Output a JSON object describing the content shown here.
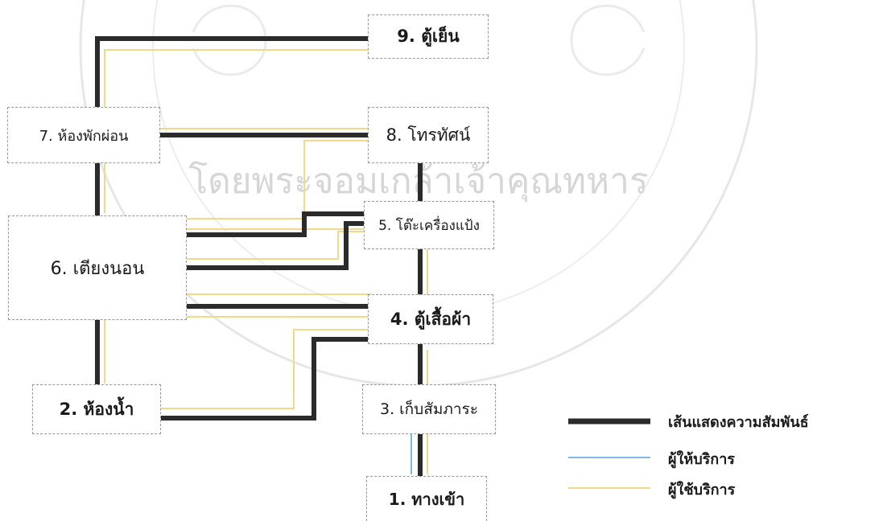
{
  "nodes": {
    "n9": "9. ตู้เย็น",
    "n8": "8. โทรทัศน์",
    "n7": "7. ห้องพักผ่อน",
    "n5": "5. โต๊ะเครื่องแป้ง",
    "n6": "6. เตียงนอน",
    "n4": "4. ตู้เสื้อผ้า",
    "n2": "2. ห้องน้ำ",
    "n3": "3. เก็บสัมภาระ",
    "n1": "1. ทางเข้า"
  },
  "legend": {
    "relationship": "เส้นแสดงความสัมพันธ์",
    "service_provider": "ผู้ให้บริการ",
    "service_user": "ผู้ใช้บริการ"
  },
  "colors": {
    "relationship": "#2b2b2b",
    "service_provider": "#7fb8e8",
    "service_user": "#f2d98a",
    "watermark": "#d6d6d6"
  },
  "watermark_text": "โดยพระจอมเกล้าเจ้าคุณทหาร"
}
